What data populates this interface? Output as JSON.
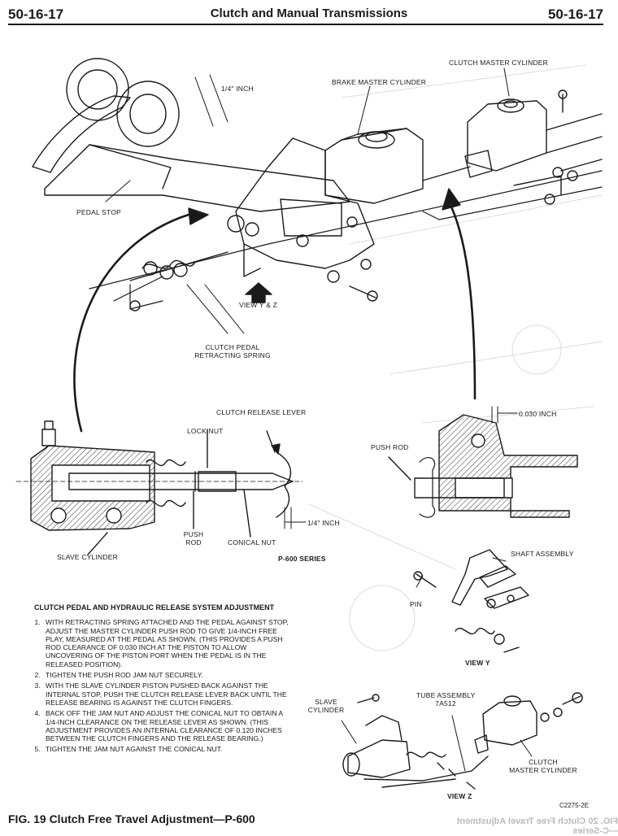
{
  "header": {
    "page_left": "50-16-17",
    "title": "Clutch and Manual Transmissions",
    "page_right": "50-16-17"
  },
  "labels": {
    "clutch_master_cylinder": "CLUTCH MASTER CYLINDER",
    "brake_master_cylinder": "BRAKE MASTER CYLINDER",
    "quarter_inch_top": "1/4\" INCH",
    "pedal_stop": "PEDAL STOP",
    "view_yz": "VIEW Y & Z",
    "retracting_spring_1": "CLUTCH PEDAL",
    "retracting_spring_2": "RETRACTING SPRING",
    "clutch_release_lever": "CLUTCH RELEASE LEVER",
    "lock_nut": "LOCK NUT",
    "push_rod_left_1": "PUSH",
    "push_rod_left_2": "ROD",
    "conical_nut": "CONICAL NUT",
    "quarter_inch_bottom": "1/4\" INCH",
    "slave_cylinder": "SLAVE CYLINDER",
    "p600_series": "P-600 SERIES",
    "push_rod_right": "PUSH ROD",
    "clearance": "0.030 INCH",
    "shaft_assembly": "SHAFT ASSEMBLY",
    "pin": "PIN",
    "view_y": "VIEW Y",
    "tube_assembly_1": "TUBE ASSEMBLY",
    "tube_assembly_2": "7A512",
    "slave_cylinder_z_1": "SLAVE",
    "slave_cylinder_z_2": "CYLINDER",
    "clutch_master_z_1": "CLUTCH",
    "clutch_master_z_2": "MASTER CYLINDER",
    "view_z": "VIEW Z"
  },
  "procedure": {
    "heading": "CLUTCH PEDAL AND HYDRAULIC RELEASE SYSTEM ADJUSTMENT",
    "steps": [
      "WITH RETRACTING SPRING ATTACHED AND THE PEDAL AGAINST STOP, ADJUST THE MASTER CYLINDER PUSH ROD TO GIVE 1/4-INCH FREE PLAY, MEASURED AT THE PEDAL AS SHOWN. (THIS PROVIDES A PUSH ROD CLEARANCE OF 0.030 INCH AT THE PISTON TO ALLOW UNCOVERING OF THE PISTON PORT WHEN THE PEDAL IS IN THE RELEASED POSITION).",
      "TIGHTEN THE PUSH ROD JAM NUT SECURELY.",
      "WITH THE SLAVE CYLINDER PISTON PUSHED BACK AGAINST THE INTERNAL STOP, PUSH THE CLUTCH RELEASE LEVER BACK UNTIL THE RELEASE BEARING IS AGAINST THE CLUTCH FINGERS.",
      "BACK OFF THE JAM NUT AND ADJUST THE CONICAL NUT TO OBTAIN A 1/4-INCH CLEARANCE ON THE RELEASE LEVER AS SHOWN. (THIS ADJUSTMENT PROVIDES AN INTERNAL CLEARANCE OF 0.120 INCHES BETWEEN THE CLUTCH FINGERS AND THE RELEASE BEARING.)",
      "TIGHTEN THE JAM NUT AGAINST THE CONICAL NUT."
    ]
  },
  "figure_code": "C2275-2E",
  "caption": "FIG. 19 Clutch Free Travel Adjustment—P-600",
  "bleed_through": "FIG. 20 Clutch Free Travel Adjustment—C-Series"
}
